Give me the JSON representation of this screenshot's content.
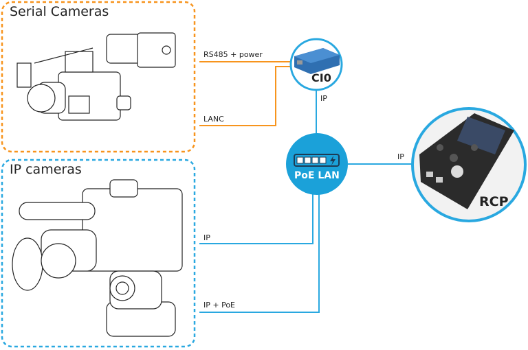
{
  "groups": {
    "serial": {
      "title": "Serial Cameras",
      "color": "#f7941d"
    },
    "ip": {
      "title": "IP cameras",
      "color": "#29a8e0"
    }
  },
  "connections": {
    "rs485": "RS485 + power",
    "lanc": "LANC",
    "cio_ip": "IP",
    "rcp_ip": "IP",
    "ip_cam": "IP",
    "ip_poe": "IP + PoE"
  },
  "nodes": {
    "cio": {
      "label": "CI0"
    },
    "poe": {
      "label": "PoE LAN"
    },
    "rcp": {
      "label": "RCP"
    }
  },
  "colors": {
    "serial_line": "#f7941d",
    "ip_line": "#29a8e0",
    "node_fill": "#1ba1d9"
  }
}
